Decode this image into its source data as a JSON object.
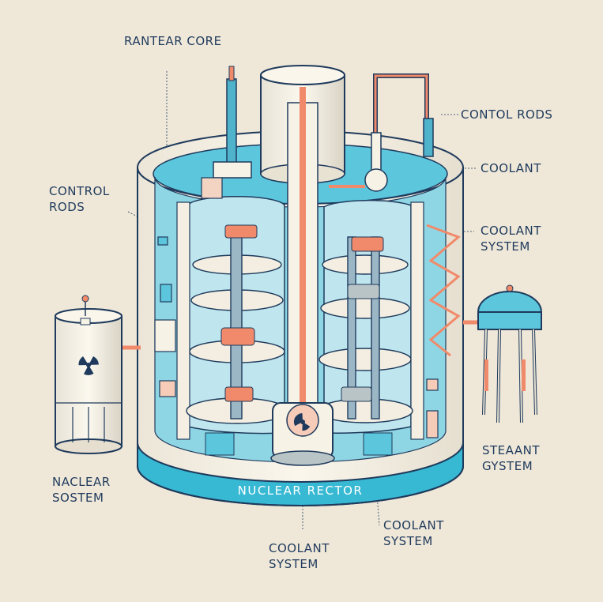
{
  "labels": {
    "reactor_core": "RANTEAR CORE",
    "control_rods_right": "CONTOL RODS",
    "coolant_right": "COOLANT",
    "coolant_system_right": "COOLANT SYSTEM",
    "control_rods_left": "CONTROL RODS",
    "steam_system": "STEAANT GYSTEM",
    "nuclear_system": "NACLEAR SOSTEM",
    "coolant_system_bottom_right": "COOLANT SYSTEM",
    "coolant_system_bottom_center": "COOLANT SYSTEM"
  },
  "banner": "NUCLEAR RECTOR",
  "icons": [
    "radiation-icon",
    "reactor-vessel-icon",
    "storage-tank-icon",
    "water-tower-icon"
  ],
  "colors": {
    "background": "#efe8d9",
    "vessel_wall": "#f7f2e6",
    "outline": "#1f3a5c",
    "water": "#5cc6dc",
    "band": "#37b9d3",
    "pipe": "#f08a6a",
    "accent_gray": "#b9c4c6"
  }
}
